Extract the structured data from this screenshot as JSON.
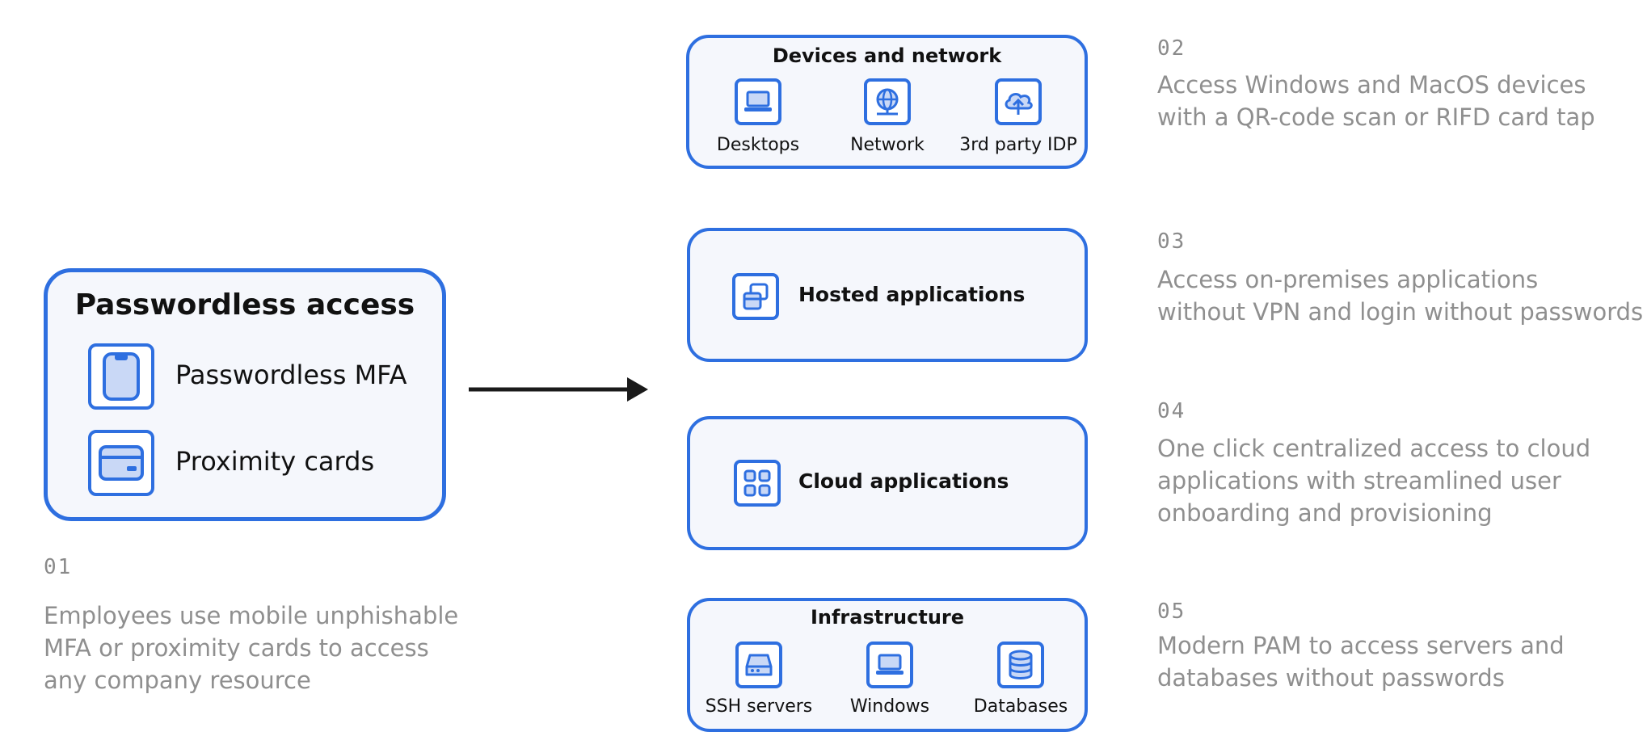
{
  "left_panel": {
    "title": "Passwordless access",
    "items": [
      {
        "label": "Passwordless MFA",
        "icon": "phone-icon"
      },
      {
        "label": "Proximity cards",
        "icon": "card-icon"
      }
    ]
  },
  "devices": {
    "title": "Devices and network",
    "items": [
      {
        "label": "Desktops",
        "icon": "laptop-icon"
      },
      {
        "label": "Network",
        "icon": "globe-icon"
      },
      {
        "label": "3rd party IDP",
        "icon": "cloud-upload-icon"
      }
    ]
  },
  "hosted": {
    "label": "Hosted applications",
    "icon": "windows-stack-icon"
  },
  "cloud": {
    "label": "Cloud applications",
    "icon": "grid-icon"
  },
  "infrastructure": {
    "title": "Infrastructure",
    "items": [
      {
        "label": "SSH servers",
        "icon": "server-icon"
      },
      {
        "label": "Windows",
        "icon": "laptop-icon"
      },
      {
        "label": "Databases",
        "icon": "database-icon"
      }
    ]
  },
  "steps": [
    {
      "num": "01",
      "lines": [
        "Employees use mobile unphishable",
        "MFA or proximity cards to access",
        "any company resource"
      ]
    },
    {
      "num": "02",
      "lines": [
        "Access Windows and MacOS devices",
        "with a QR-code scan or RIFD card tap"
      ]
    },
    {
      "num": "03",
      "lines": [
        "Access on-premises applications",
        "without VPN and login without passwords"
      ]
    },
    {
      "num": "04",
      "lines": [
        "One click centralized access to cloud",
        "applications with streamlined user",
        "onboarding and provisioning"
      ]
    },
    {
      "num": "05",
      "lines": [
        "Modern PAM to access servers and",
        "databases without passwords"
      ]
    }
  ],
  "colors": {
    "accent": "#2e6fe0",
    "box_fill": "#f5f7fc",
    "muted_text": "#8f8f8f"
  }
}
